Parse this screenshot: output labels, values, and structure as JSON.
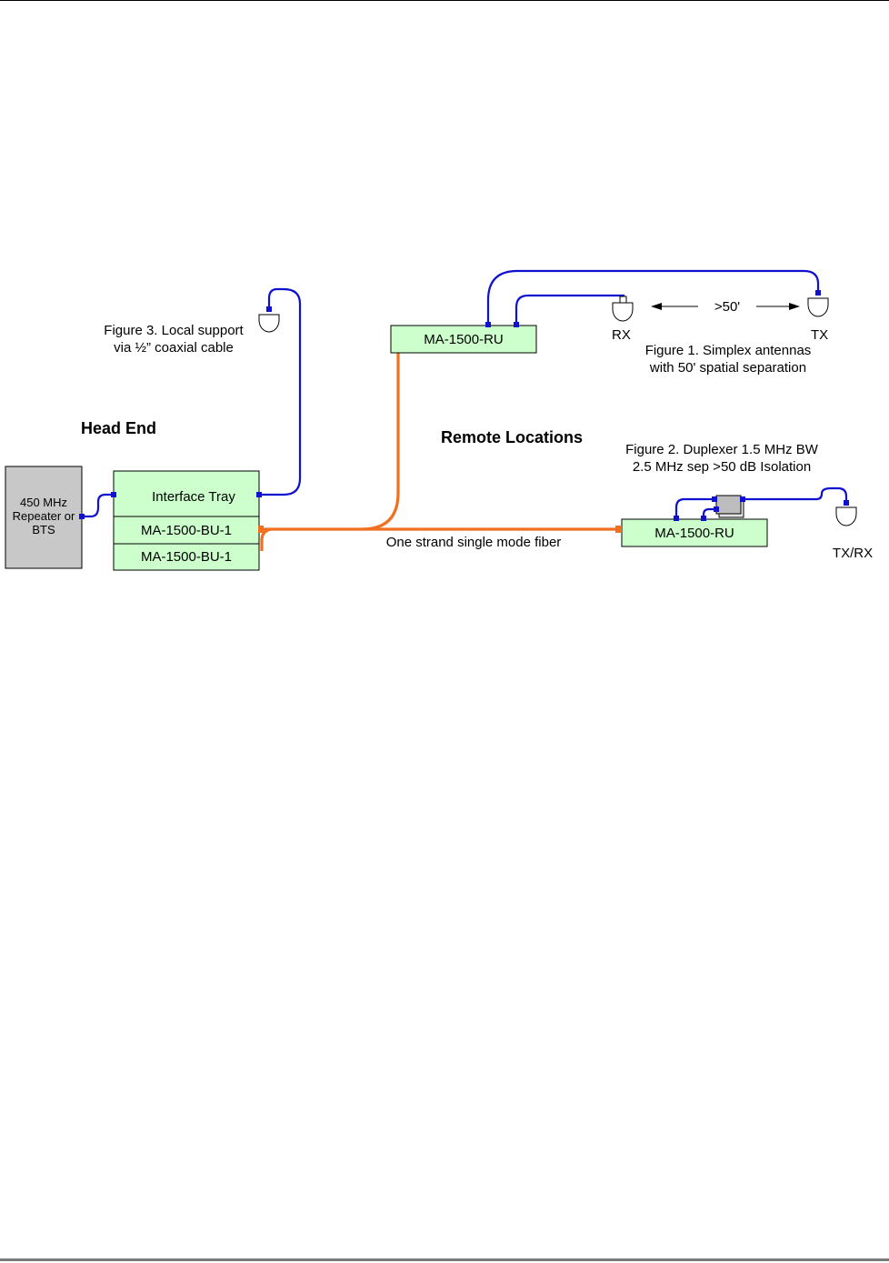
{
  "colors": {
    "box_fill": "#ccffcc",
    "bts_fill": "#c8c8c8",
    "coax": "#1010d0",
    "fiber": "#f07020"
  },
  "labels": {
    "bts": [
      "450 MHz",
      "Repeater or",
      "BTS"
    ],
    "interface_tray": "Interface Tray",
    "bu_1": "MA-1500-BU-1",
    "bu_2": "MA-1500-BU-1",
    "ru_top": "MA-1500-RU",
    "ru_bottom": "MA-1500-RU",
    "head_end": "Head End",
    "remote_locations": "Remote Locations",
    "figure3": [
      "Figure 3. Local support",
      "via ½” coaxial cable"
    ],
    "figure1": [
      "Figure 1. Simplex antennas",
      "with 50' spatial separation"
    ],
    "figure2": [
      "Figure 2. Duplexer 1.5 MHz BW",
      "2.5 MHz sep >50 dB Isolation"
    ],
    "rx": "RX",
    "tx": "TX",
    "separation": ">50'",
    "txrx": "TX/RX",
    "fiber": "One strand single mode fiber"
  },
  "icons": {
    "antenna": "antenna-icon",
    "duplexer": "duplexer-icon"
  }
}
